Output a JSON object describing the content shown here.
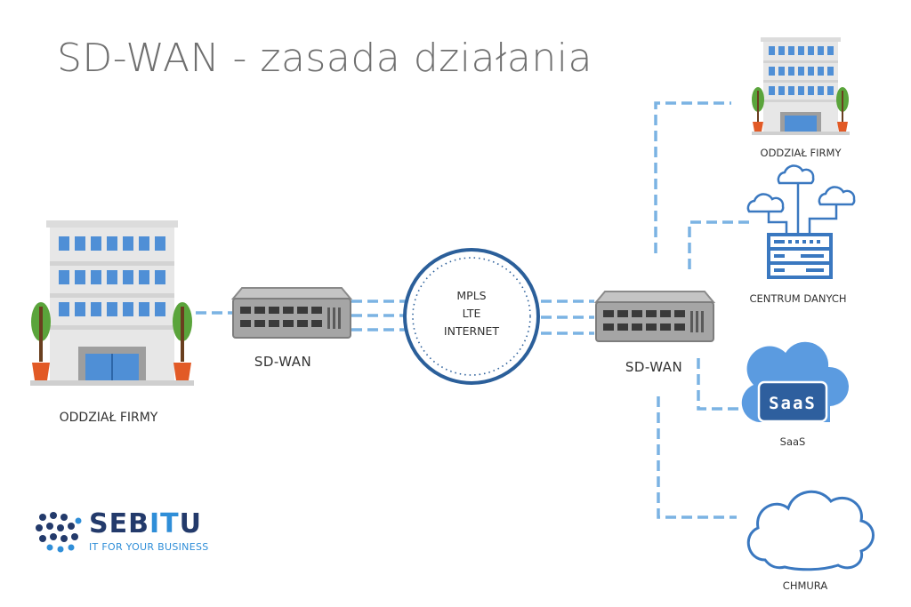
{
  "title": "SD-WAN - zasada działania",
  "left_branch": {
    "label": "ODDZIAŁ  FIRMY"
  },
  "left_router": {
    "label": "SD-WAN"
  },
  "right_router": {
    "label": "SD-WAN"
  },
  "network": {
    "lines": [
      "MPLS",
      "LTE",
      "INTERNET"
    ]
  },
  "destinations": {
    "branch": "ODDZIAŁ  FIRMY",
    "datacenter": "CENTRUM DANYCH",
    "saas": "SaaS",
    "saas_badge": "SaaS",
    "cloud": "CHMURA"
  },
  "logo": {
    "name_part1": "SEB",
    "name_part2": "IT",
    "name_part3": "U",
    "tagline": "IT FOR YOUR BUSINESS"
  },
  "colors": {
    "dashed_line": "#7bb3e3",
    "circle": "#2b5f9a",
    "router_body": "#a5a5a5",
    "building_window": "#4f8fd6",
    "icon_blue": "#3a78c0",
    "logo_dark": "#233a6b",
    "logo_light": "#2f8ed8"
  }
}
